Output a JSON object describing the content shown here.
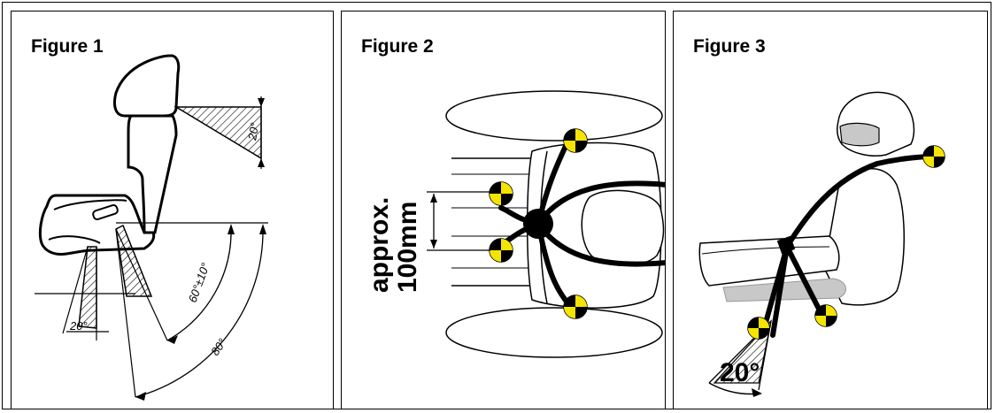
{
  "figures": [
    {
      "title": "Figure 1"
    },
    {
      "title": "Figure 2"
    },
    {
      "title": "Figure 3"
    }
  ],
  "figure1": {
    "angle_top": "20°",
    "angle_bottom_left": "20°",
    "angle_recline": "60°±10°",
    "angle_max": "80°"
  },
  "figure2": {
    "spacing_line1": "approx.",
    "spacing_line2": "100mm"
  },
  "figure3": {
    "angle": "20°"
  },
  "colors": {
    "line": "#000000",
    "marker_yellow": "#f5e400",
    "seat_gray": "#c8c8c8"
  }
}
